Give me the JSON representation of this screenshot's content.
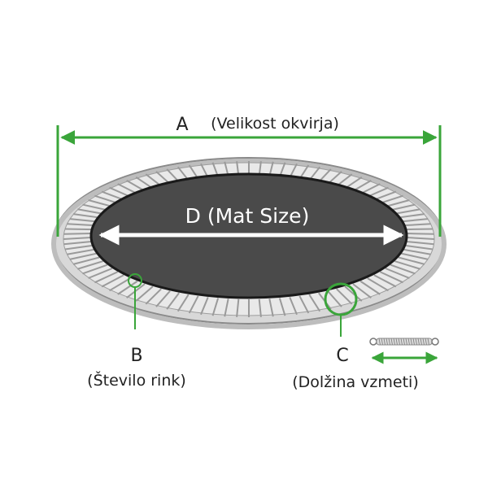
{
  "labels": {
    "a_letter": "A",
    "a_text": "(Velikost okvirja)",
    "d_text": "D (Mat Size)",
    "b_letter": "B",
    "b_text": "(Število rink)",
    "c_letter": "C",
    "c_text": "(Dolžina vzmeti)"
  },
  "colors": {
    "arrow_green": "#3aa53a",
    "mat": "#4b4b4b",
    "frame": "#c9c9c9",
    "spring_pad": "#e6e6e6",
    "spring_line": "#9a9a9a",
    "white_arrow": "#ffffff"
  },
  "icons": {
    "spring": "spring-icon",
    "highlight": "circle-highlight"
  }
}
